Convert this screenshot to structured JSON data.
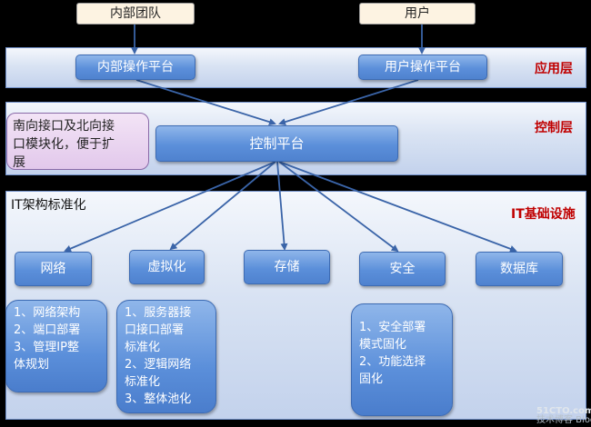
{
  "users": {
    "internal": "内部团队",
    "end_user": "用户"
  },
  "app_layer": {
    "title": "应用层",
    "internal_platform": "内部操作平台",
    "user_platform": "用户操作平台"
  },
  "control_layer": {
    "title": "控制层",
    "note": "南向接口及北向接\n口模块化，便于扩\n展",
    "platform": "控制平台"
  },
  "infra_layer": {
    "title": "IT基础设施",
    "subtitle": "IT架构标准化",
    "components": [
      "网络",
      "虚拟化",
      "存储",
      "安全",
      "数据库"
    ]
  },
  "notes": {
    "network": "1、网络架构\n2、端口部署\n3、管理IP整\n体规划",
    "virtualization": "1、服务器接\n口接口部署\n标准化\n2、逻辑网络\n标准化\n3、整体池化",
    "security": "1、安全部署\n模式固化\n2、功能选择\n固化"
  },
  "watermark": {
    "site": "51CTO.com",
    "tag": "技术博客 Blog"
  },
  "colors": {
    "layer_title": "#c00000",
    "arrow": "#3a64a8",
    "block": "#5b8fda"
  }
}
